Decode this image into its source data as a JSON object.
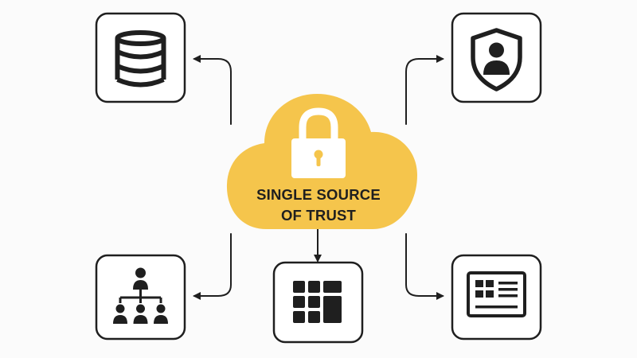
{
  "center": {
    "label_line1": "SINGLE SOURCE",
    "label_line2": "OF TRUST",
    "icon": "padlock-icon",
    "fill_color": "#f5c54c"
  },
  "nodes": [
    {
      "id": "top-left",
      "icon": "database-icon"
    },
    {
      "id": "top-right",
      "icon": "shield-user-icon"
    },
    {
      "id": "bottom-left",
      "icon": "org-chart-icon"
    },
    {
      "id": "bottom-center",
      "icon": "grid-icon"
    },
    {
      "id": "bottom-right",
      "icon": "dashboard-window-icon"
    }
  ],
  "colors": {
    "stroke": "#1f1f1f",
    "background": "#fbfbfb",
    "lock": "#ffffff"
  }
}
